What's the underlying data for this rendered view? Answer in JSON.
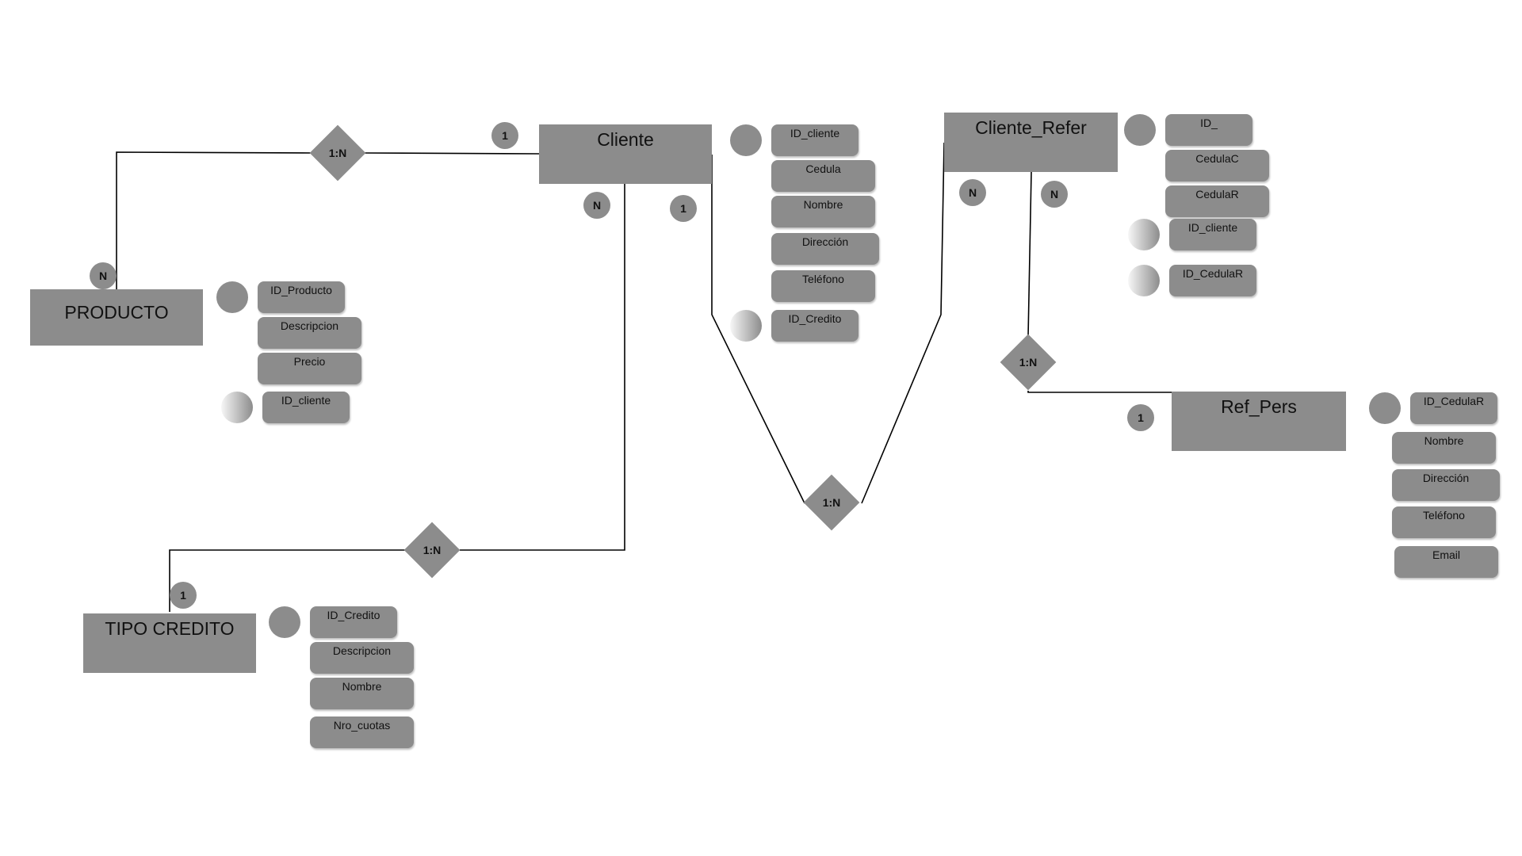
{
  "colors": {
    "shape_fill": "#8c8c8c",
    "line": "#000000",
    "background": "#ffffff"
  },
  "entities": {
    "cliente": "Cliente",
    "producto": "PRODUCTO",
    "tipo_credito": "TIPO CREDITO",
    "cliente_refer": "Cliente_Refer",
    "ref_pers": "Ref_Pers"
  },
  "attributes": {
    "cliente": [
      "ID_cliente",
      "Cedula",
      "Nombre",
      "Dirección",
      "Teléfono",
      "ID_Credito"
    ],
    "producto": [
      "ID_Producto",
      "Descripcion",
      "Precio",
      "ID_cliente"
    ],
    "tipo_credito": [
      "ID_Credito",
      "Descripcion",
      "Nombre",
      "Nro_cuotas"
    ],
    "cliente_refer": [
      "ID_",
      "CedulaC",
      "CedulaR",
      "ID_cliente",
      "ID_CedulaR"
    ],
    "ref_pers": [
      "ID_CedulaR",
      "Nombre",
      "Dirección",
      "Teléfono",
      "Email"
    ]
  },
  "relationships": {
    "producto_cliente": "1:N",
    "cliente_tipo_credito": "1:N",
    "cliente_cliente_refer": "1:N",
    "cliente_refer_ref_pers": "1:N"
  },
  "cardinalities": {
    "cliente_to_producto": "1",
    "producto": "N",
    "cliente_to_tipo_credito": "N",
    "tipo_credito": "1",
    "cliente_to_refer": "1",
    "refer_left": "N",
    "refer_right": "N",
    "ref_pers": "1"
  }
}
